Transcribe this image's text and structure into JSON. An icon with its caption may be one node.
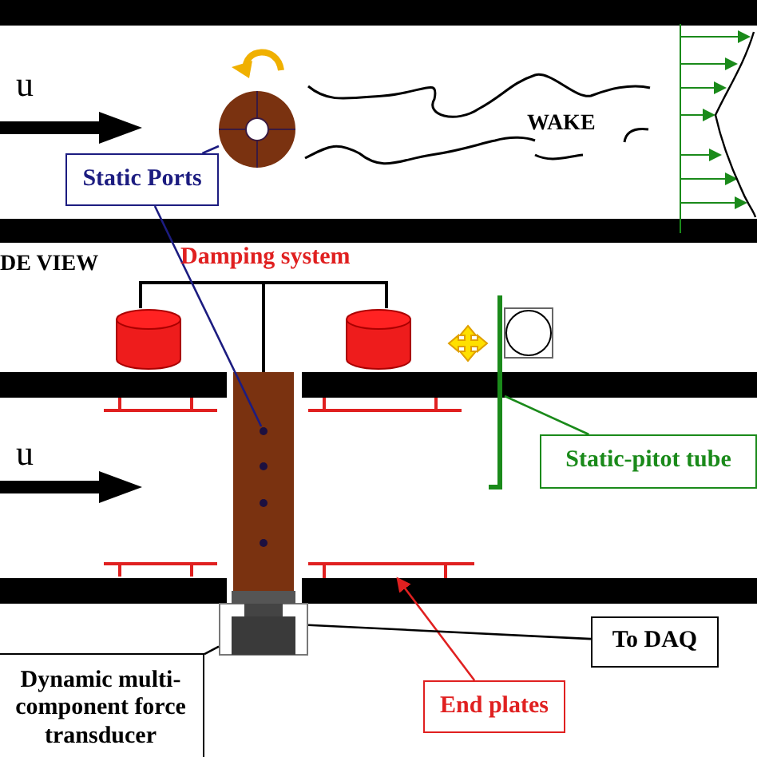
{
  "diagram": {
    "nodes": [
      {
        "text": [
          "Static Ports"
        ]
      },
      {
        "text": [],
        "shape": "circle"
      },
      {
        "text": [],
        "shape": "circle"
      },
      {
        "text": [],
        "shape": "bar"
      },
      {
        "text": [
          "Static-pitot tube"
        ]
      },
      {
        "text": [],
        "shape": "bar"
      },
      {
        "text": [
          "To DAQ"
        ]
      },
      {
        "text": [],
        "shape": "box"
      },
      {
        "text": [
          "End plates"
        ]
      },
      {
        "text": [
          "Dynamic multi-component force transducer"
        ]
      }
    ],
    "edges": [
      {
        "from": 0,
        "to": 1,
        "arrow": "none",
        "color": "#1c1c80"
      },
      {
        "from": 0,
        "to": 2,
        "arrow": "none",
        "color": "#1c1c80"
      },
      {
        "from": 4,
        "to": 3,
        "arrow": "none",
        "color": "#1a8a1a"
      },
      {
        "from": 8,
        "to": 5,
        "arrow": "to",
        "color": "#e02020"
      },
      {
        "from": 7,
        "to": 6,
        "arrow": "none",
        "color": "#000000"
      },
      {
        "from": 9,
        "to": 7,
        "arrow": "none",
        "color": "#000000"
      }
    ],
    "labels": [
      "u",
      "WAKE",
      "DE VIEW",
      "Damping system",
      "u"
    ]
  }
}
